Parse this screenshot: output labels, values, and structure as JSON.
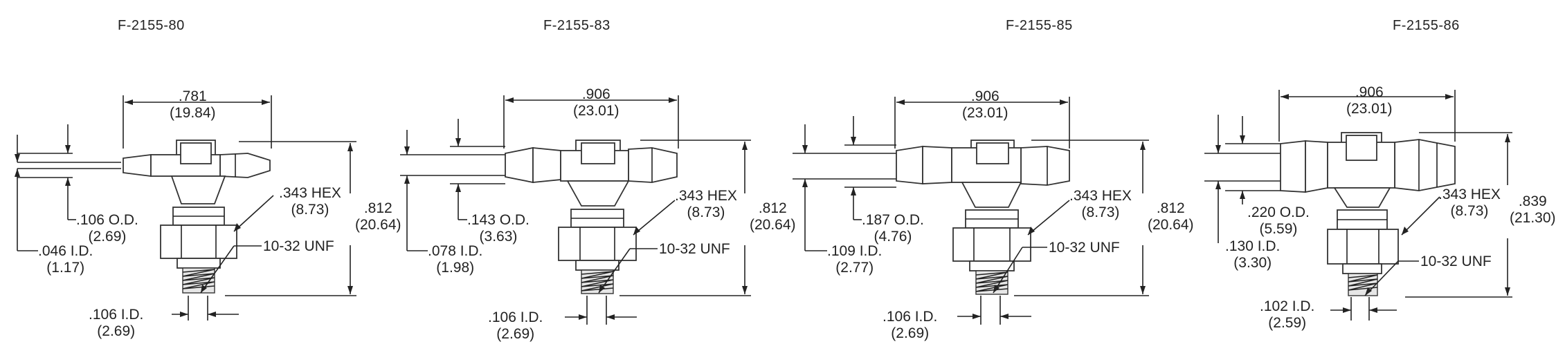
{
  "parts": [
    {
      "id": "F-2155-80",
      "width": ".781",
      "width_mm": "(19.84)",
      "height": ".812",
      "height_mm": "(20.64)",
      "hex": ".343 HEX",
      "hex_mm": "(8.73)",
      "od": ".106 O.D.",
      "od_mm": "(2.69)",
      "id_barb": ".046 I.D.",
      "id_barb_mm": "(1.17)",
      "thread": "10-32 UNF",
      "id_stem": ".106 I.D.",
      "id_stem_mm": "(2.69)"
    },
    {
      "id": "F-2155-83",
      "width": ".906",
      "width_mm": "(23.01)",
      "height": ".812",
      "height_mm": "(20.64)",
      "hex": ".343 HEX",
      "hex_mm": "(8.73)",
      "od": ".143 O.D.",
      "od_mm": "(3.63)",
      "id_barb": ".078 I.D.",
      "id_barb_mm": "(1.98)",
      "thread": "10-32 UNF",
      "id_stem": ".106 I.D.",
      "id_stem_mm": "(2.69)"
    },
    {
      "id": "F-2155-85",
      "width": ".906",
      "width_mm": "(23.01)",
      "height": ".812",
      "height_mm": "(20.64)",
      "hex": ".343 HEX",
      "hex_mm": "(8.73)",
      "od": ".187 O.D.",
      "od_mm": "(4.76)",
      "id_barb": ".109 I.D.",
      "id_barb_mm": "(2.77)",
      "thread": "10-32 UNF",
      "id_stem": ".106 I.D.",
      "id_stem_mm": "(2.69)"
    },
    {
      "id": "F-2155-86",
      "width": ".906",
      "width_mm": "(23.01)",
      "height": ".839",
      "height_mm": "(21.30)",
      "hex": ".343 HEX",
      "hex_mm": "(8.73)",
      "od": ".220 O.D.",
      "od_mm": "(5.59)",
      "id_barb": ".130 I.D.",
      "id_barb_mm": "(3.30)",
      "thread": "10-32 UNF",
      "id_stem": ".102 I.D.",
      "id_stem_mm": "(2.59)"
    }
  ]
}
